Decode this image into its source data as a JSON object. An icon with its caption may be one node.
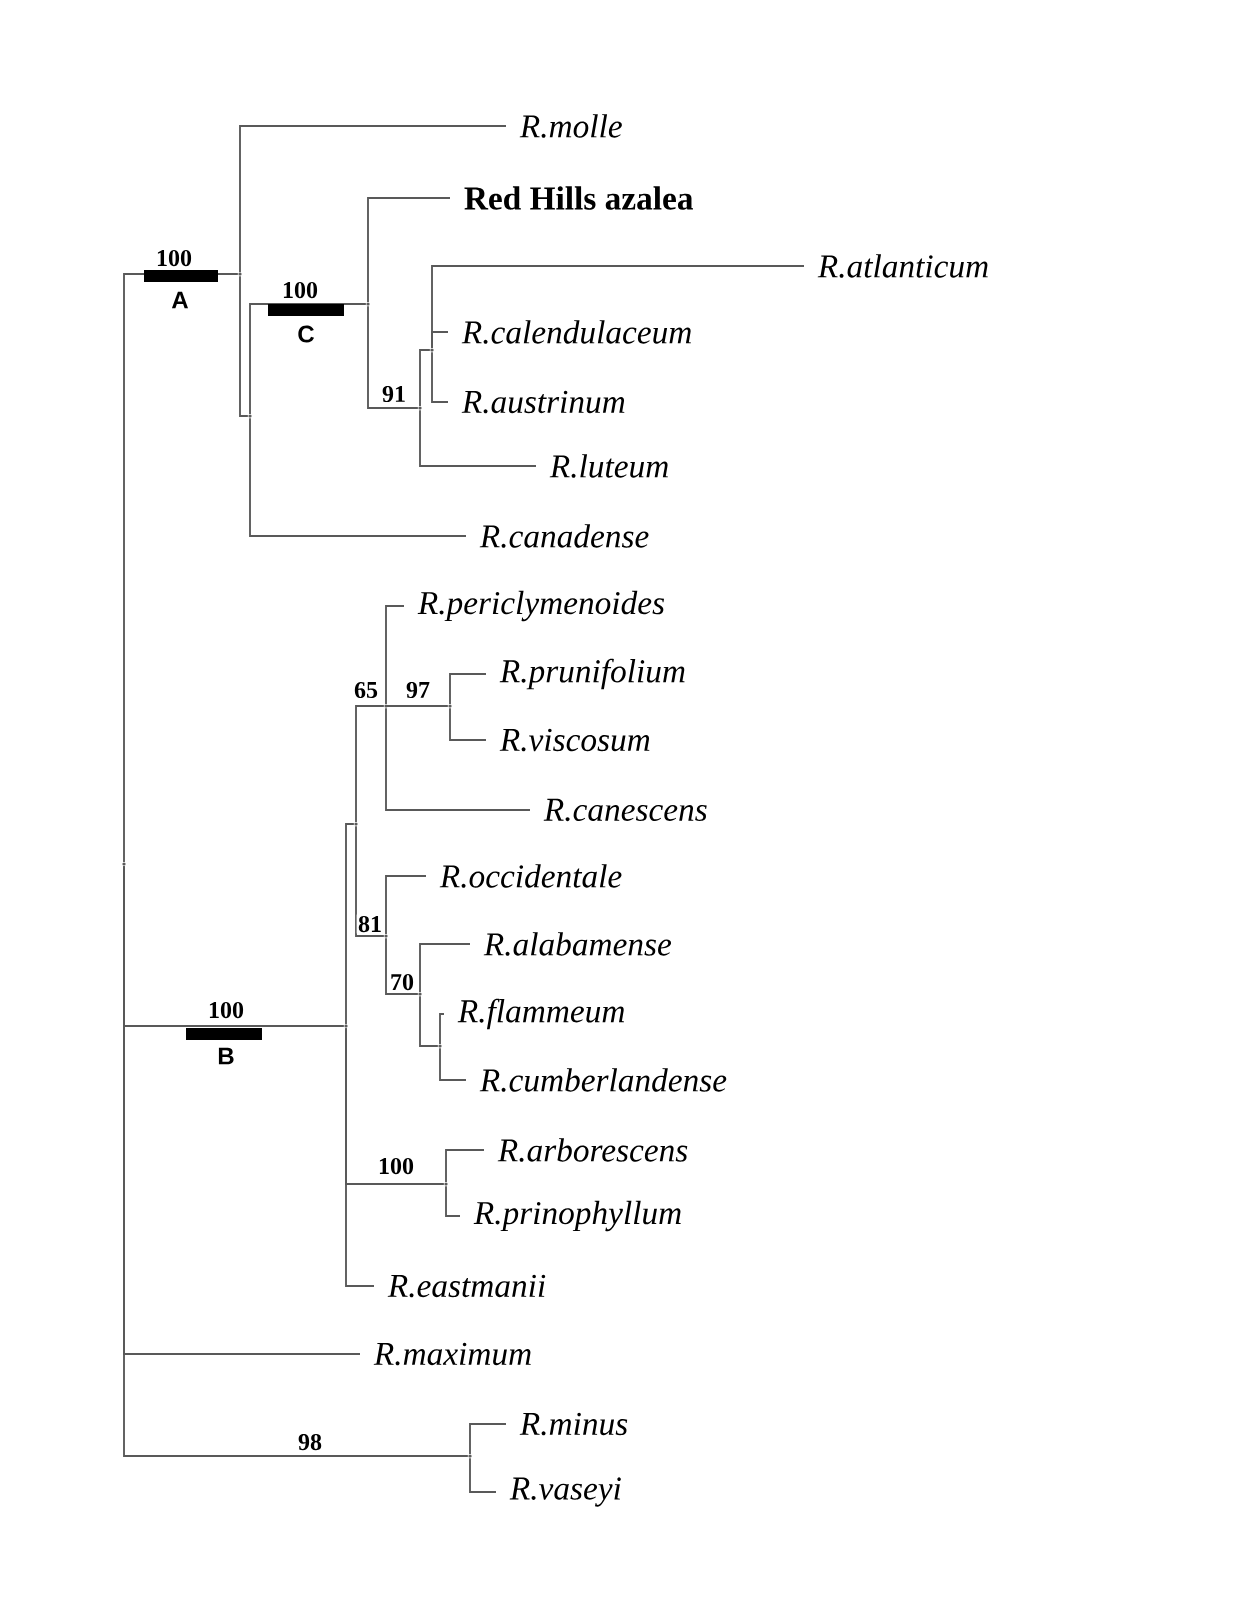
{
  "diagram": {
    "nodes": [
      {
        "text": [],
        "shape": "point"
      },
      {
        "text": [],
        "shape": "point"
      },
      {
        "text": [
          "R.molle"
        ]
      },
      {
        "text": [],
        "shape": "point"
      },
      {
        "text": [],
        "shape": "point"
      },
      {
        "text": [
          "Red Hills azalea"
        ]
      },
      {
        "text": [],
        "shape": "point"
      },
      {
        "text": [],
        "shape": "point"
      },
      {
        "text": [
          "R.atlanticum"
        ]
      },
      {
        "text": [
          "R.calendulaceum"
        ]
      },
      {
        "text": [
          "R.austrinum"
        ]
      },
      {
        "text": [
          "R.luteum"
        ]
      },
      {
        "text": [
          "R.canadense"
        ]
      },
      {
        "text": [],
        "shape": "point"
      },
      {
        "text": [],
        "shape": "point"
      },
      {
        "text": [],
        "shape": "point"
      },
      {
        "text": [
          "R.periclymenoides"
        ]
      },
      {
        "text": [],
        "shape": "point"
      },
      {
        "text": [
          "R.prunifolium"
        ]
      },
      {
        "text": [
          "R.viscosum"
        ]
      },
      {
        "text": [
          "R.canescens"
        ]
      },
      {
        "text": [],
        "shape": "point"
      },
      {
        "text": [
          "R.occidentale"
        ]
      },
      {
        "text": [],
        "shape": "point"
      },
      {
        "text": [
          "R.alabamense"
        ]
      },
      {
        "text": [],
        "shape": "point"
      },
      {
        "text": [
          "R.flammeum"
        ]
      },
      {
        "text": [
          "R.cumberlandense"
        ]
      },
      {
        "text": [],
        "shape": "point"
      },
      {
        "text": [
          "R.arborescens"
        ]
      },
      {
        "text": [
          "R.prinophyllum"
        ]
      },
      {
        "text": [
          "R.eastmanii"
        ]
      },
      {
        "text": [
          "R.maximum"
        ]
      },
      {
        "text": [],
        "shape": "point"
      },
      {
        "text": [
          "R.minus"
        ]
      },
      {
        "text": [
          "R.vaseyi"
        ]
      }
    ],
    "edges": [
      {
        "from": 0,
        "to": 1,
        "arrow": "none",
        "label": "100"
      },
      {
        "from": 1,
        "to": 2,
        "arrow": "none"
      },
      {
        "from": 1,
        "to": 3,
        "arrow": "none"
      },
      {
        "from": 3,
        "to": 4,
        "arrow": "none",
        "label": "100"
      },
      {
        "from": 3,
        "to": 12,
        "arrow": "none"
      },
      {
        "from": 4,
        "to": 5,
        "arrow": "none"
      },
      {
        "from": 4,
        "to": 6,
        "arrow": "none",
        "label": "91"
      },
      {
        "from": 6,
        "to": 7,
        "arrow": "none"
      },
      {
        "from": 7,
        "to": 8,
        "arrow": "none"
      },
      {
        "from": 7,
        "to": 9,
        "arrow": "none"
      },
      {
        "from": 7,
        "to": 10,
        "arrow": "none"
      },
      {
        "from": 6,
        "to": 11,
        "arrow": "none"
      },
      {
        "from": 0,
        "to": 13,
        "arrow": "none",
        "label": "100"
      },
      {
        "from": 13,
        "to": 14,
        "arrow": "none"
      },
      {
        "from": 14,
        "to": 15,
        "arrow": "none",
        "label": "65"
      },
      {
        "from": 15,
        "to": 16,
        "arrow": "none"
      },
      {
        "from": 15,
        "to": 17,
        "arrow": "none",
        "label": "97"
      },
      {
        "from": 17,
        "to": 18,
        "arrow": "none"
      },
      {
        "from": 17,
        "to": 19,
        "arrow": "none"
      },
      {
        "from": 15,
        "to": 20,
        "arrow": "none"
      },
      {
        "from": 14,
        "to": 21,
        "arrow": "none",
        "label": "81"
      },
      {
        "from": 21,
        "to": 22,
        "arrow": "none"
      },
      {
        "from": 21,
        "to": 23,
        "arrow": "none",
        "label": "70"
      },
      {
        "from": 23,
        "to": 24,
        "arrow": "none"
      },
      {
        "from": 23,
        "to": 25,
        "arrow": "none"
      },
      {
        "from": 25,
        "to": 26,
        "arrow": "none"
      },
      {
        "from": 25,
        "to": 27,
        "arrow": "none"
      },
      {
        "from": 13,
        "to": 28,
        "arrow": "none",
        "label": "100"
      },
      {
        "from": 28,
        "to": 29,
        "arrow": "none"
      },
      {
        "from": 28,
        "to": 30,
        "arrow": "none"
      },
      {
        "from": 13,
        "to": 31,
        "arrow": "none"
      },
      {
        "from": 0,
        "to": 32,
        "arrow": "none"
      },
      {
        "from": 0,
        "to": 33,
        "arrow": "none",
        "label": "98"
      },
      {
        "from": 33,
        "to": 34,
        "arrow": "none"
      },
      {
        "from": 33,
        "to": 35,
        "arrow": "none"
      }
    ],
    "labels": [
      "A",
      "C",
      "B"
    ]
  }
}
